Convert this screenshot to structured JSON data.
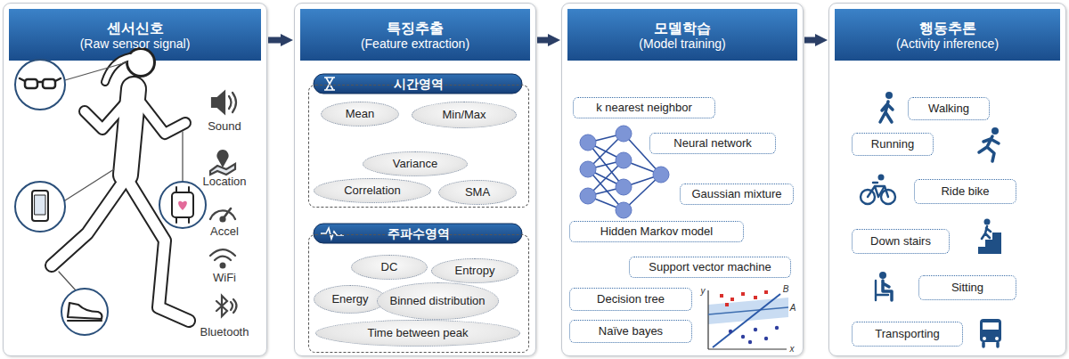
{
  "diagram": {
    "nodes": [
      {
        "text": [
          "센서신호",
          "(Raw sensor signal)"
        ]
      },
      {
        "text": [
          "특징추출",
          "(Feature extraction)"
        ]
      },
      {
        "text": [
          "시간영역"
        ],
        "in": 1
      },
      {
        "text": [
          "Mean"
        ],
        "in": 2
      },
      {
        "text": [
          "Min/Max"
        ],
        "in": 2
      },
      {
        "text": [
          "Variance"
        ],
        "in": 2
      },
      {
        "text": [
          "Correlation"
        ],
        "in": 2
      },
      {
        "text": [
          "SMA"
        ],
        "in": 2
      },
      {
        "text": [
          "주파수영역"
        ],
        "in": 1
      },
      {
        "text": [
          "DC"
        ],
        "in": 8
      },
      {
        "text": [
          "Entropy"
        ],
        "in": 8
      },
      {
        "text": [
          "Energy"
        ],
        "in": 8
      },
      {
        "text": [
          "Binned distribution"
        ],
        "in": 8
      },
      {
        "text": [
          "Time between peak"
        ],
        "in": 8
      },
      {
        "text": [
          "모델학습",
          "(Model training)"
        ]
      },
      {
        "text": [
          "k nearest neighbor"
        ],
        "in": 14
      },
      {
        "text": [
          "Neural network"
        ],
        "in": 14
      },
      {
        "text": [
          "Gaussian mixture"
        ],
        "in": 14
      },
      {
        "text": [
          "Hidden Markov model"
        ],
        "in": 14
      },
      {
        "text": [
          "Support vector machine"
        ],
        "in": 14
      },
      {
        "text": [
          "Decision tree"
        ],
        "in": 14
      },
      {
        "text": [
          "Naïve bayes"
        ],
        "in": 14
      },
      {
        "text": [
          "행동추론",
          "(Activity inference)"
        ]
      },
      {
        "text": [
          "Walking"
        ],
        "in": 22
      },
      {
        "text": [
          "Running"
        ],
        "in": 22
      },
      {
        "text": [
          "Ride bike"
        ],
        "in": 22
      },
      {
        "text": [
          "Down stairs"
        ],
        "in": 22
      },
      {
        "text": [
          "Sitting"
        ],
        "in": 22
      },
      {
        "text": [
          "Transporting"
        ],
        "in": 22
      }
    ],
    "edges": [
      {
        "from": 0,
        "to": 1,
        "arrow": "to"
      },
      {
        "from": 1,
        "to": 14,
        "arrow": "to"
      },
      {
        "from": 14,
        "to": 22,
        "arrow": "to"
      }
    ],
    "labels": [
      "Sound",
      "Location",
      "Accel",
      "WiFi",
      "Bluetooth",
      "y",
      "B",
      "A",
      "x"
    ]
  }
}
